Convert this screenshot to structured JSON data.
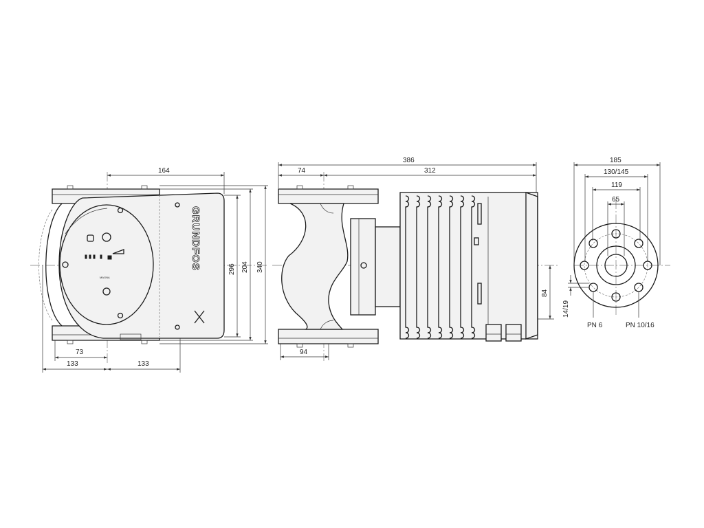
{
  "brand": {
    "logo_text": "GRUNDFOS",
    "product_mark": "MAGNA"
  },
  "front_view": {
    "dimensions": {
      "width_top": "164",
      "height_inner": "296",
      "height_mid": "204",
      "height_total": "340",
      "offset_left": "73",
      "half_left": "133",
      "half_right": "133"
    }
  },
  "side_view": {
    "dimensions": {
      "length_total": "386",
      "port_to_center": "74",
      "motor_length": "312",
      "flange_offset": "94",
      "axis_height": "84"
    }
  },
  "flange_view": {
    "dimensions": {
      "outer_diameter": "185",
      "bolt_circle": "130/145",
      "inner_diameter": "119",
      "bore_diameter": "65",
      "bolt_hole": "14/19"
    },
    "labels": {
      "pressure_left": "PN 6",
      "pressure_right": "PN 10/16"
    }
  },
  "colors": {
    "line": "#1a1a1a",
    "centerline": "#777777",
    "background": "#ffffff"
  }
}
